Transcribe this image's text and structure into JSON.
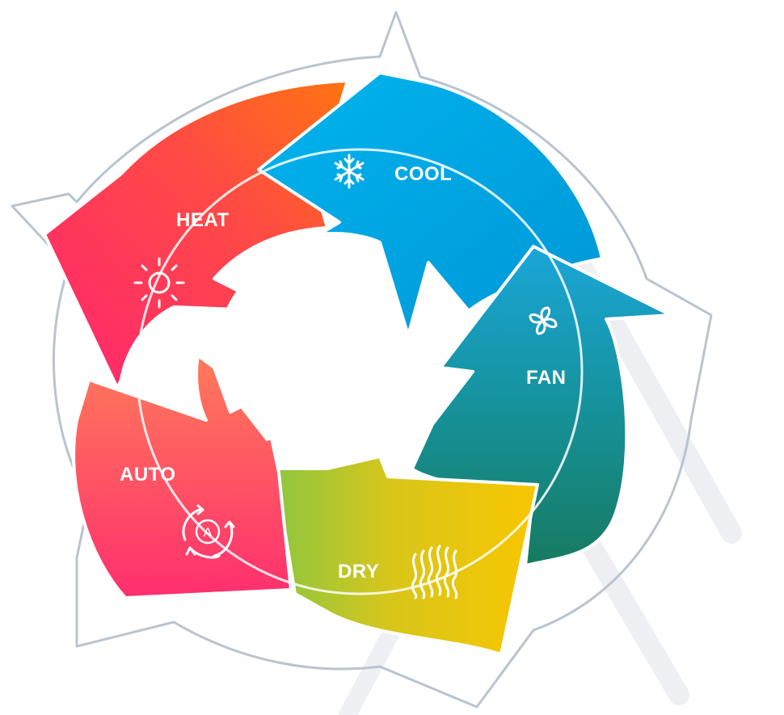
{
  "modes": [
    {
      "key": "cool",
      "label": "COOL",
      "icon": "snowflake-icon"
    },
    {
      "key": "fan",
      "label": "FAN",
      "icon": "fan-icon"
    },
    {
      "key": "dry",
      "label": "DRY",
      "icon": "humidity-waves-icon"
    },
    {
      "key": "auto",
      "label": "AUTO",
      "icon": "auto-cycle-icon"
    },
    {
      "key": "heat",
      "label": "HEAT",
      "icon": "sun-icon"
    }
  ],
  "colors": {
    "cool": "#00a9e6",
    "fan_top": "#1aa0d0",
    "fan_bottom": "#17806a",
    "dry_left": "#8cc63f",
    "dry_right": "#f7c800",
    "auto": "#ff4f6a",
    "heat_left": "#ff2d6f",
    "heat_right": "#ff6a1a",
    "outline": "#b8c4cf",
    "white": "#ffffff"
  },
  "icon_glyphs": {
    "auto_center": "A"
  }
}
